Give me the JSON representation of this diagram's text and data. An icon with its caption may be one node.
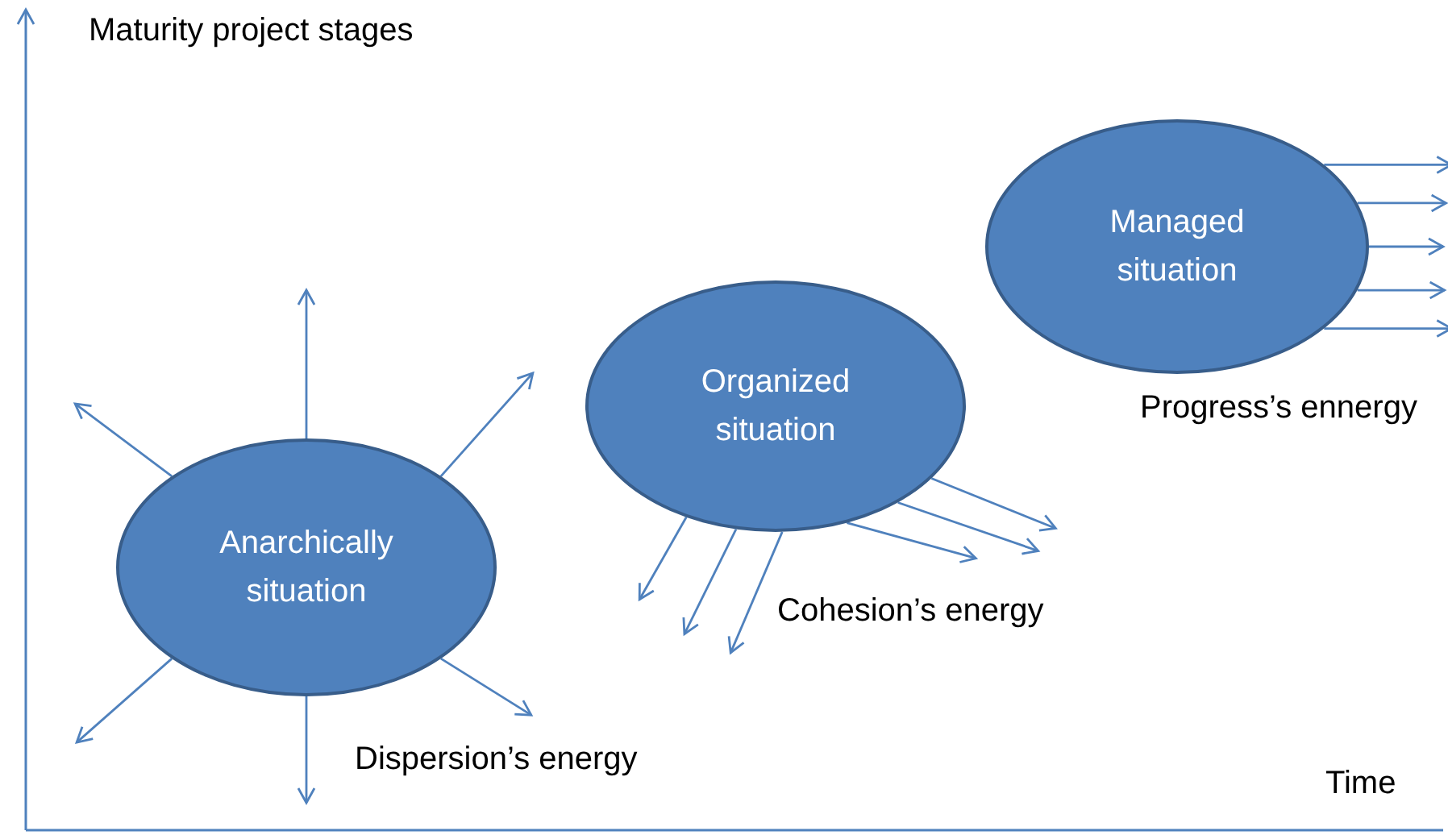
{
  "diagram": {
    "nodes": [
      {
        "text": [
          "Anarchically situation"
        ],
        "beside": [
          "Dispersion’s energy"
        ]
      },
      {
        "text": [
          "Organized situation"
        ],
        "beside": [
          "Cohesion’s energy"
        ]
      },
      {
        "text": [
          "Managed situation"
        ],
        "beside": [
          "Progress’s ennergy"
        ]
      }
    ],
    "edges": [
      {
        "from": 0,
        "to": null,
        "arrow": "to"
      },
      {
        "from": 0,
        "to": null,
        "arrow": "to"
      },
      {
        "from": 0,
        "to": null,
        "arrow": "to"
      },
      {
        "from": 0,
        "to": null,
        "arrow": "to"
      },
      {
        "from": 0,
        "to": null,
        "arrow": "to"
      },
      {
        "from": 0,
        "to": null,
        "arrow": "to"
      },
      {
        "from": 1,
        "to": null,
        "arrow": "to"
      },
      {
        "from": 1,
        "to": null,
        "arrow": "to"
      },
      {
        "from": 1,
        "to": null,
        "arrow": "to"
      },
      {
        "from": 1,
        "to": null,
        "arrow": "to"
      },
      {
        "from": 1,
        "to": null,
        "arrow": "to"
      },
      {
        "from": 1,
        "to": null,
        "arrow": "to"
      },
      {
        "from": 2,
        "to": null,
        "arrow": "to"
      },
      {
        "from": 2,
        "to": null,
        "arrow": "to"
      },
      {
        "from": 2,
        "to": null,
        "arrow": "to"
      },
      {
        "from": 2,
        "to": null,
        "arrow": "to"
      },
      {
        "from": 2,
        "to": null,
        "arrow": "to"
      }
    ],
    "labels": [
      "Maturity project stages",
      "Time"
    ]
  }
}
